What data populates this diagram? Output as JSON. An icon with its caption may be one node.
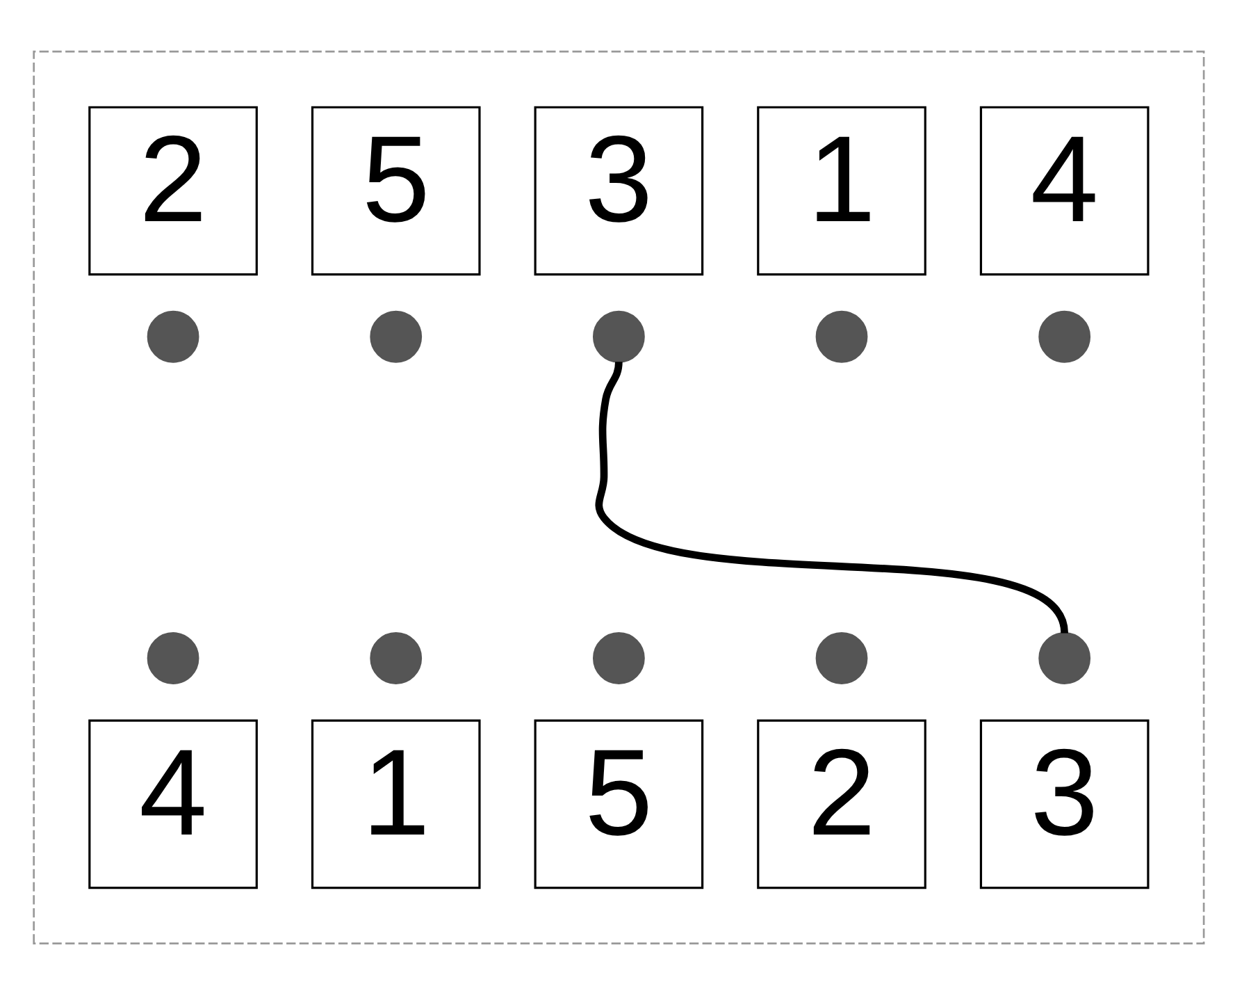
{
  "diagram": {
    "nodes": [
      {
        "text": [],
        "shape": "box"
      },
      {
        "text": [
          "2"
        ],
        "in": 0
      },
      {
        "text": [
          "5"
        ],
        "in": 0
      },
      {
        "text": [
          "3"
        ],
        "in": 0
      },
      {
        "text": [
          "1"
        ],
        "in": 0
      },
      {
        "text": [
          "4"
        ],
        "in": 0
      },
      {
        "text": [],
        "shape": "circle",
        "in": 0
      },
      {
        "text": [],
        "shape": "circle",
        "in": 0
      },
      {
        "text": [],
        "shape": "circle",
        "in": 0
      },
      {
        "text": [],
        "shape": "circle",
        "in": 0
      },
      {
        "text": [],
        "shape": "circle",
        "in": 0
      },
      {
        "text": [],
        "shape": "circle",
        "in": 0
      },
      {
        "text": [],
        "shape": "circle",
        "in": 0
      },
      {
        "text": [],
        "shape": "circle",
        "in": 0
      },
      {
        "text": [],
        "shape": "circle",
        "in": 0
      },
      {
        "text": [],
        "shape": "circle",
        "in": 0
      },
      {
        "text": [
          "4"
        ],
        "in": 0
      },
      {
        "text": [
          "1"
        ],
        "in": 0
      },
      {
        "text": [
          "5"
        ],
        "in": 0
      },
      {
        "text": [
          "2"
        ],
        "in": 0
      },
      {
        "text": [
          "3"
        ],
        "in": 0
      }
    ],
    "edges": [
      {
        "from": 8,
        "to": 15,
        "arrow": "none"
      }
    ]
  }
}
